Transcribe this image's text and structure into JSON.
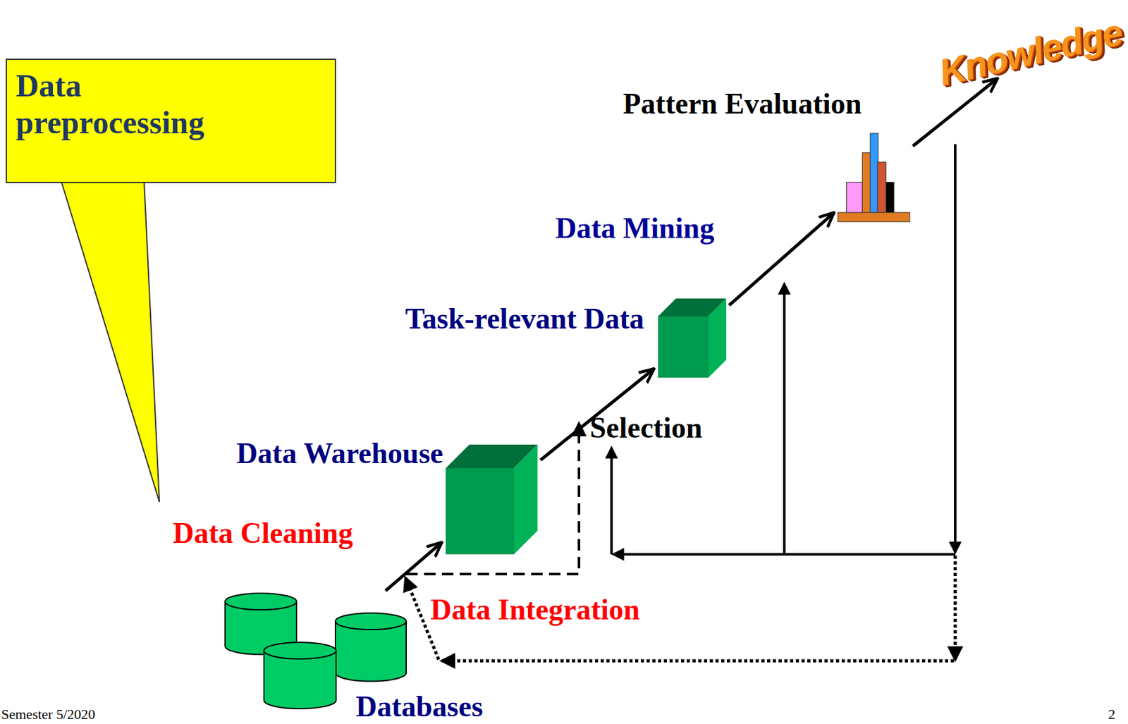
{
  "diagram": {
    "nodes": [
      {
        "text": [
          "Data preprocessing"
        ]
      },
      {
        "text": [
          "Knowledge"
        ]
      },
      {
        "text": [
          "Pattern Evaluation"
        ]
      },
      {
        "text": [
          "Task-relevant Data"
        ]
      },
      {
        "text": [
          "Data Warehouse"
        ]
      },
      {
        "text": [
          "Databases"
        ]
      }
    ],
    "edges": [
      {
        "from": 5,
        "to": 4,
        "arrow": "to"
      },
      {
        "from": 4,
        "to": 3,
        "arrow": "to"
      },
      {
        "from": 3,
        "to": 2,
        "arrow": "to"
      },
      {
        "from": 2,
        "to": 1,
        "arrow": "to"
      }
    ],
    "labels": [
      "Data Mining",
      "Selection",
      "Data Cleaning",
      "Data Integration",
      "Semester 5/2020",
      "2"
    ]
  }
}
